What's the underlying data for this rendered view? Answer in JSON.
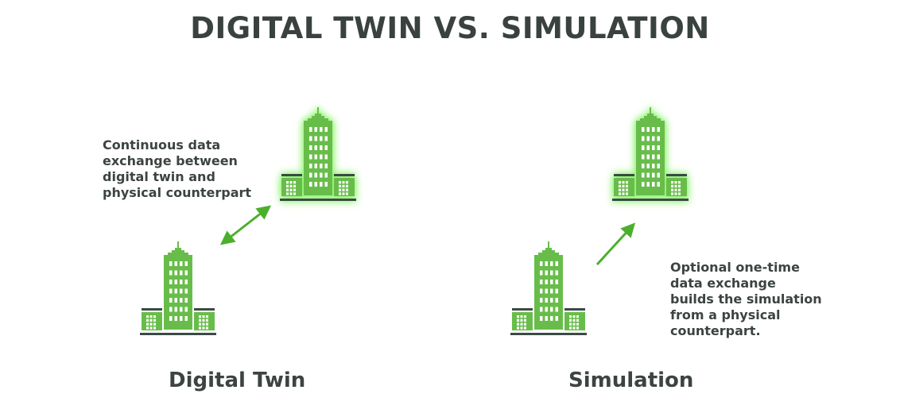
{
  "title": "DIGITAL TWIN VS. SIMULATION",
  "digital_twin": {
    "label": "Digital Twin",
    "note": "Continuous data\nexchange between\ndigital twin and\nphysical counterpart"
  },
  "simulation": {
    "label": "Simulation",
    "note": "Optional one-time\ndata exchange\nbuilds the simulation\nfrom a physical\ncounterpart."
  },
  "colors": {
    "building": "#68bd4a",
    "dark": "#3c4a45",
    "arrow": "#4caf2c"
  }
}
